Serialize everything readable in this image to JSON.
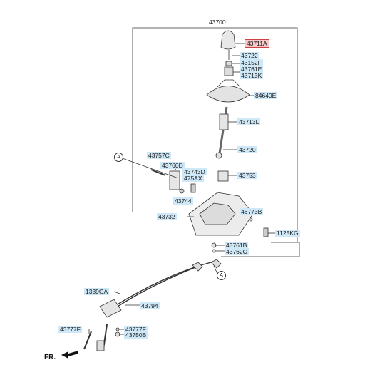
{
  "labels": {
    "p43700": "43700",
    "p43711A": "43711A",
    "p43722": "43722",
    "p43152F": "43152F",
    "p43761E": "43761E",
    "p43713K": "43713K",
    "p84640E": "84640E",
    "p43713L": "43713L",
    "p43720": "43720",
    "p43757C": "43757C",
    "p43760D": "43760D",
    "p43743D": "43743D",
    "p475AX": "475AX",
    "p43753": "43753",
    "p43744": "43744",
    "p46773B": "46773B",
    "p43732": "43732",
    "p1125KG": "1125KG",
    "p43761B": "43761B",
    "p43762C": "43762C",
    "p1339GA": "1339GA",
    "p43794": "43794",
    "p43777F_left": "43777F",
    "p43777F_right": "43777F",
    "p43750B": "43750B"
  },
  "callouts": {
    "a_top": "A",
    "a_bottom": "A"
  },
  "direction": {
    "fr": "FR."
  },
  "colors": {
    "highlight": "#cfe8f7",
    "highlight_red": "#f9c9c9",
    "line": "#333333"
  }
}
